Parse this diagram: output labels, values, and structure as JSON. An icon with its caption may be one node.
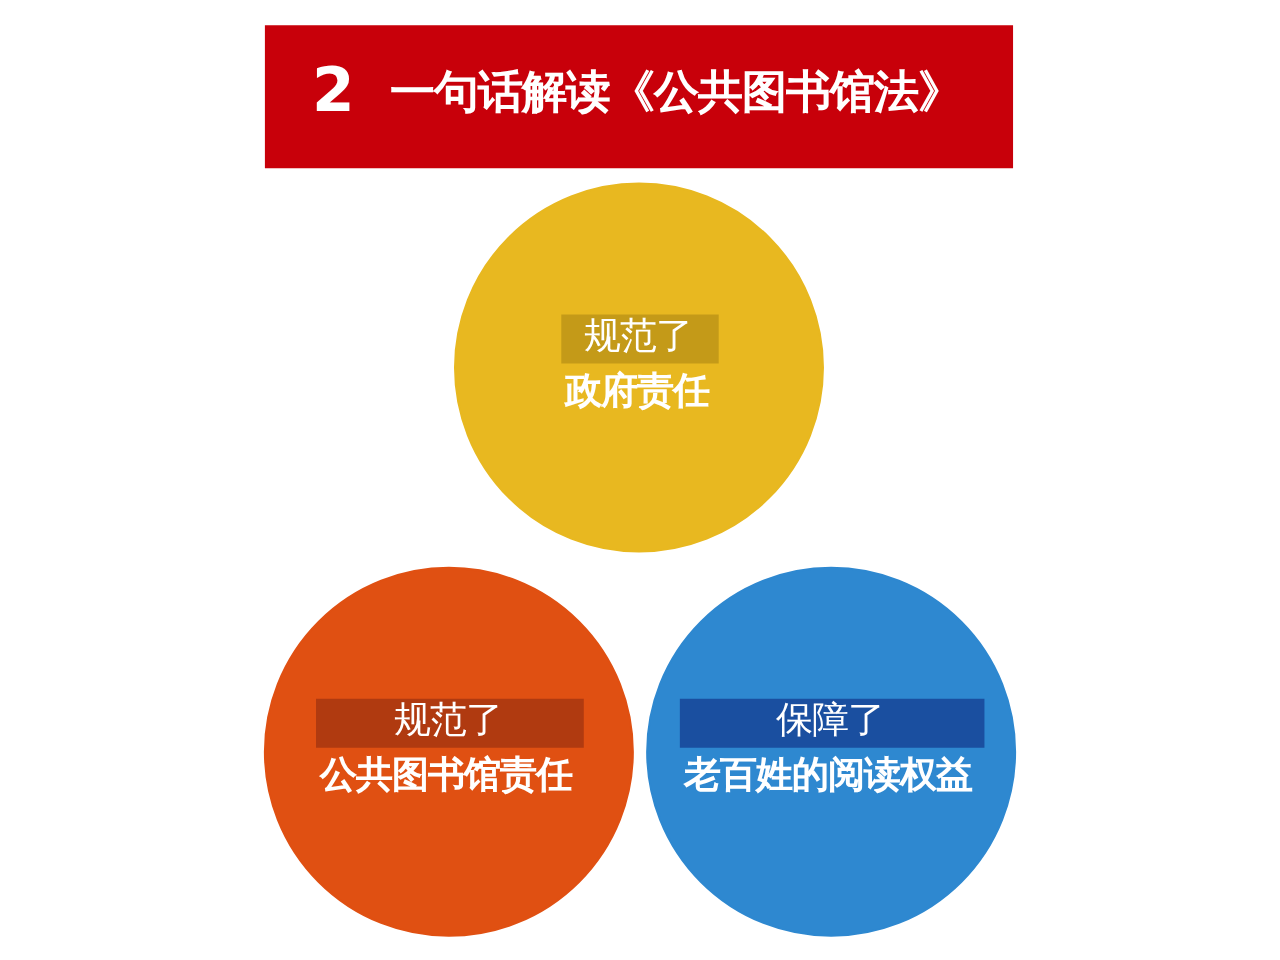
{
  "diagram": {
    "nodes": [
      {
        "text": [
          "2",
          "一句话解读《公共图书馆法》"
        ]
      },
      {
        "text": [
          "规范了",
          "政府责任"
        ]
      },
      {
        "text": [
          "规范了",
          "公共图书馆责任"
        ]
      },
      {
        "text": [
          "保障了",
          "老百姓的阅读权益"
        ]
      }
    ],
    "edges": []
  }
}
